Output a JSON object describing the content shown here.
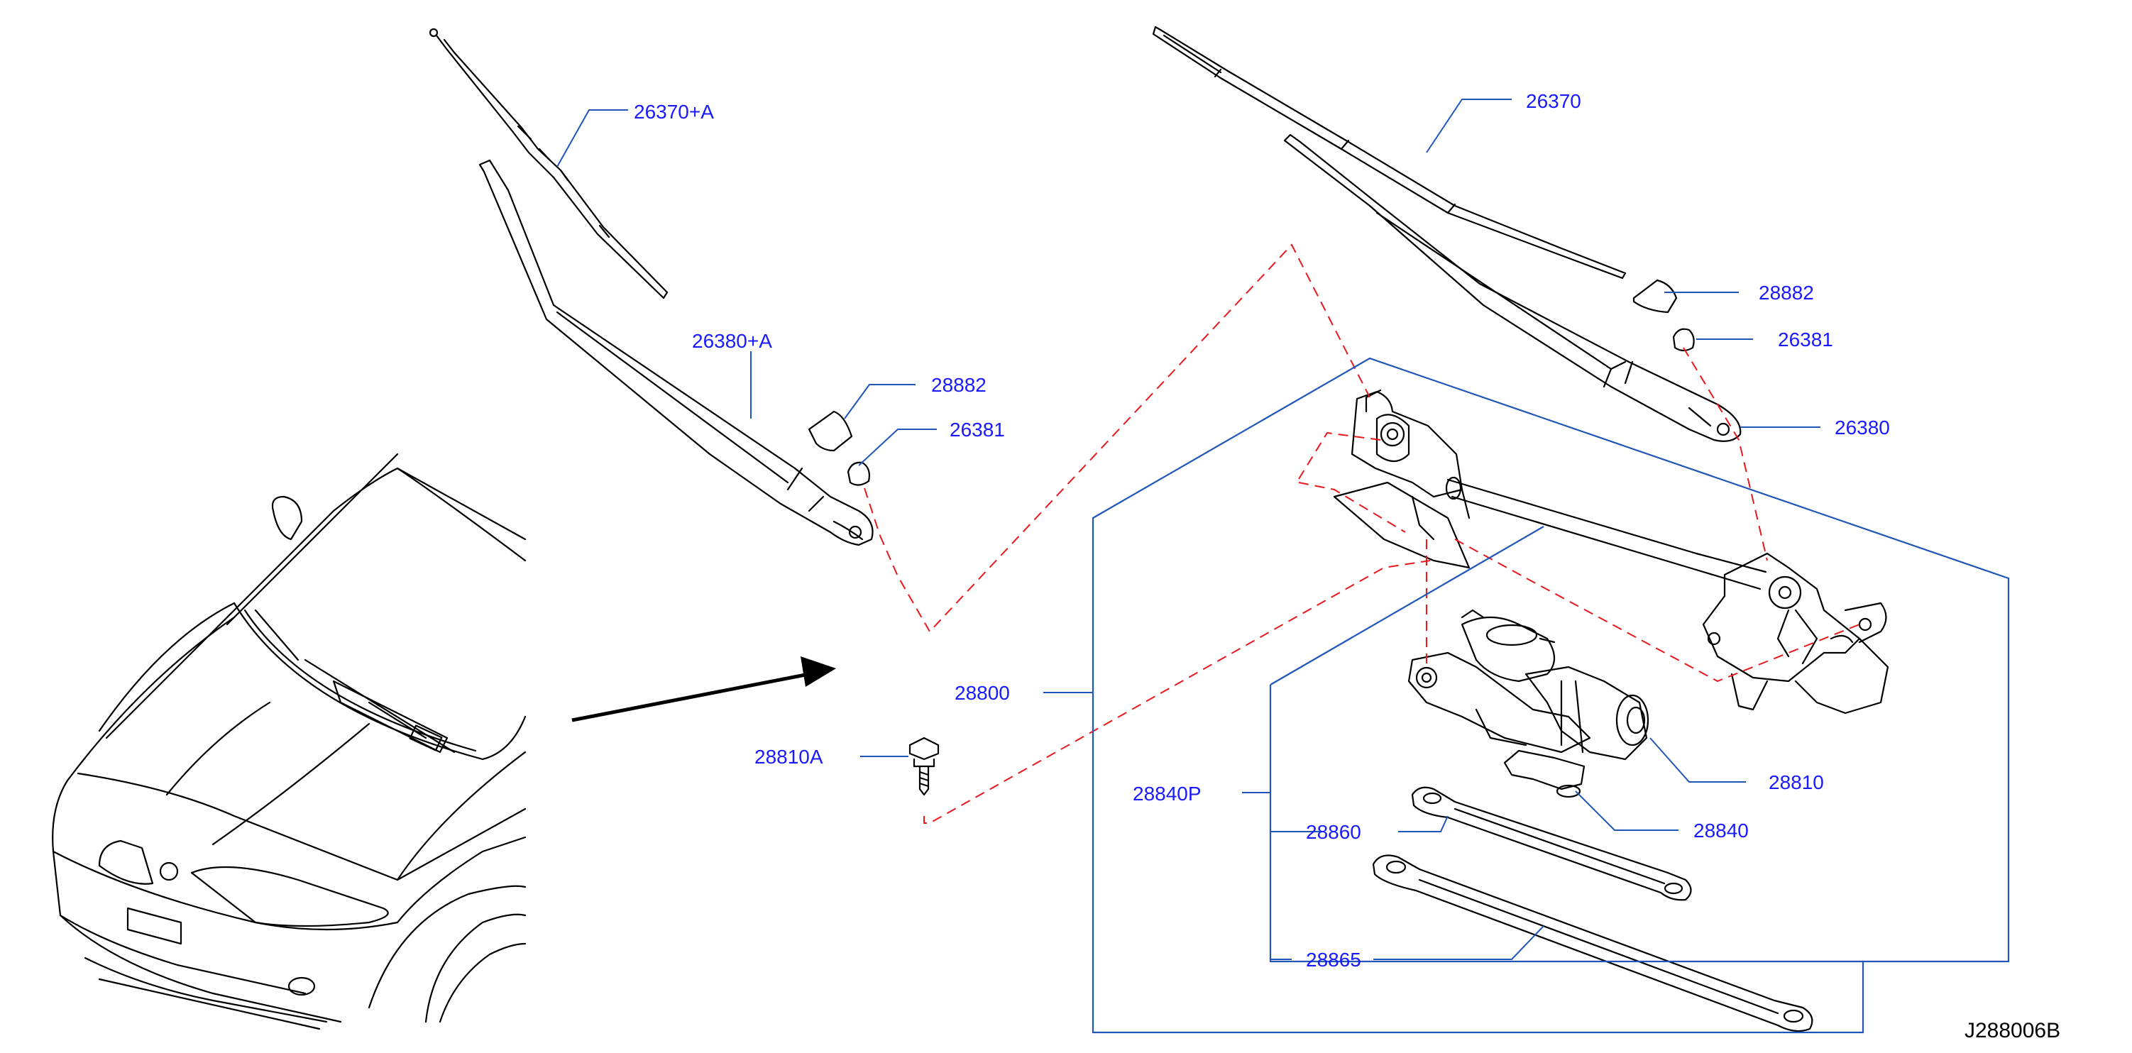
{
  "diagram": {
    "drawing_code": "J288006B",
    "callouts": {
      "c_26370A": "26370+A",
      "c_26380A": "26380+A",
      "c_28882_left": "28882",
      "c_26381_left": "26381",
      "c_26370": "26370",
      "c_28882_right": "28882",
      "c_26381_right": "26381",
      "c_26380": "26380",
      "c_28800": "28800",
      "c_28810A": "28810A",
      "c_28810": "28810",
      "c_28840P": "28840P",
      "c_28840": "28840",
      "c_28860": "28860",
      "c_28865": "28865"
    }
  }
}
